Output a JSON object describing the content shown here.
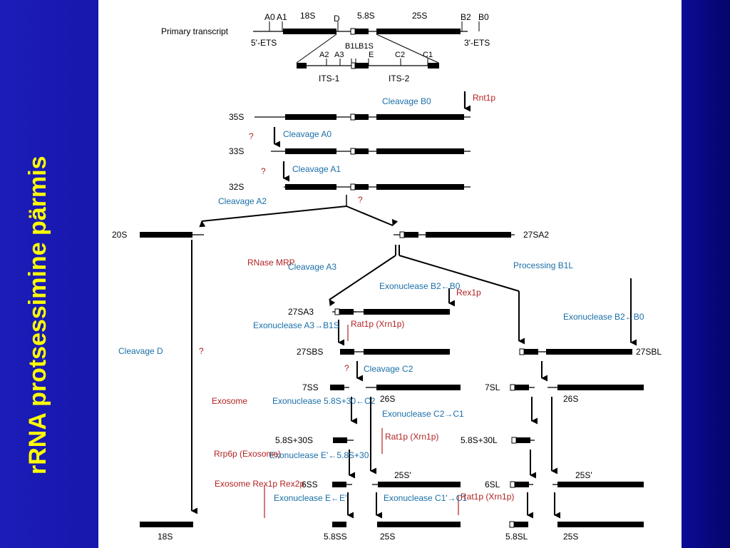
{
  "slide": {
    "title": "rRNA protsessimine pärmis",
    "title_color": "#ffff00",
    "background_color": "#0a0a8c"
  },
  "diagram": {
    "colors": {
      "line": "#000000",
      "process": "#1a6fa8",
      "enzyme": "#b22222"
    },
    "transcript": {
      "label": "Primary transcript",
      "sites_top": [
        "A0",
        "A1",
        "18S",
        "D",
        "5.8S",
        "25S",
        "B2",
        "B0"
      ],
      "ets5": "5'-ETS",
      "ets3": "3'-ETS",
      "inset_sites": [
        "A2",
        "A3",
        "B1L",
        "B1S",
        "E",
        "C2",
        "C1"
      ],
      "its1": "ITS-1",
      "its2": "ITS-2"
    },
    "species": [
      "35S",
      "33S",
      "32S",
      "20S",
      "27SA2",
      "27SA3",
      "27SBS",
      "27SBL",
      "7SS",
      "26S",
      "7SL",
      "5.8S+30S",
      "5.8S+30L",
      "6SS",
      "25S'",
      "6SL",
      "18S",
      "5.8SS",
      "25S",
      "5.8SL"
    ],
    "steps": [
      {
        "process": "Cleavage B0",
        "enzyme": "Rnt1p"
      },
      {
        "process": "Cleavage A0",
        "enzyme": "?"
      },
      {
        "process": "Cleavage A1",
        "enzyme": "?"
      },
      {
        "process": "Cleavage A2",
        "enzyme": "?"
      },
      {
        "process": "Cleavage A3",
        "enzyme": "RNase MRP"
      },
      {
        "process": "Processing B1L",
        "enzyme": ""
      },
      {
        "process": "Exonuclease B2←B0",
        "enzyme": "Rex1p"
      },
      {
        "process": "Exonuclease A3→B1S",
        "enzyme": "Rat1p (Xrn1p)"
      },
      {
        "process": "Exonuclease B2←B0",
        "enzyme": ""
      },
      {
        "process": "Cleavage D",
        "enzyme": "?"
      },
      {
        "process": "Cleavage C2",
        "enzyme": "?"
      },
      {
        "process": "Exonuclease 5.8S+30←C2",
        "enzyme": "Exosome"
      },
      {
        "process": "Exonuclease C2→C1",
        "enzyme": "Rat1p (Xrn1p)"
      },
      {
        "process": "Exonuclease E'←5.8S+30",
        "enzyme": "Rrp6p (Exosome)"
      },
      {
        "process": "Exonuclease E←E'",
        "enzyme": "Exosome Rex1p Rex2p"
      },
      {
        "process": "Exonuclease C1'→C1",
        "enzyme": "Rat1p (Xrn1p)"
      }
    ]
  }
}
